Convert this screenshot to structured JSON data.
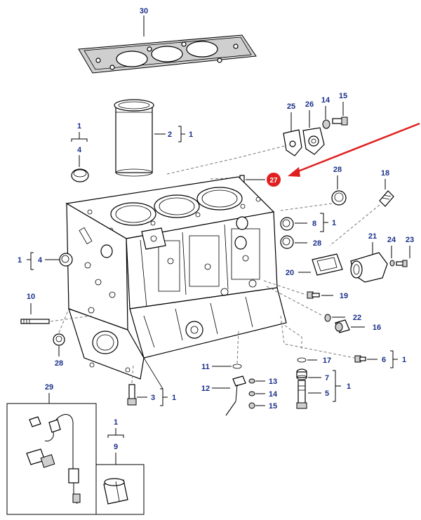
{
  "diagram": {
    "callouts": {
      "c30": "30",
      "c2": "2",
      "c2_parent": "1",
      "c1_top": "1",
      "c4_top": "4",
      "c25": "25",
      "c26": "26",
      "c14_top": "14",
      "c15_top": "15",
      "c27": "27",
      "c28_right": "28",
      "c18": "18",
      "c8": "8",
      "c8_parent": "1",
      "c28_mid": "28",
      "c21": "21",
      "c24": "24",
      "c23": "23",
      "c20": "20",
      "c1_left": "1",
      "c4_left": "4",
      "c10": "10",
      "c19": "19",
      "c22": "22",
      "c16": "16",
      "c28_left": "28",
      "c17": "17",
      "c6": "6",
      "c6_parent": "1",
      "c11": "11",
      "c7": "7",
      "c5": "5",
      "c75_parent": "1",
      "c12": "12",
      "c13": "13",
      "c14_bot": "14",
      "c15_bot": "15",
      "c3": "3",
      "c3_parent": "1",
      "c29": "29",
      "c1_inset": "1",
      "c9": "9"
    },
    "highlight_color": "#e02020",
    "label_color": "#1a2f8c",
    "arrow_color": "#e02020"
  }
}
